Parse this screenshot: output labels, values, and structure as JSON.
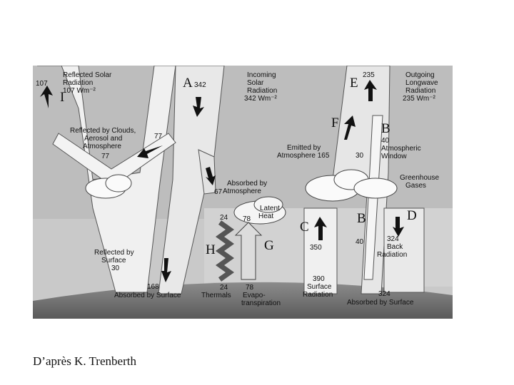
{
  "labels": {
    "reflected_solar": [
      "Reflected Solar",
      "Radiation",
      "107 Wm⁻²"
    ],
    "reflected_solar_value": "107",
    "incoming_solar": [
      "Incoming",
      "Solar",
      "Radiation",
      "342 Wm⁻²"
    ],
    "incoming_value": "342",
    "outgoing_lw": [
      "Outgoing",
      "Longwave",
      "Radiation",
      "235 Wm⁻²"
    ],
    "outgoing_value": "235",
    "reflected_clouds": [
      "Reflected by Clouds,",
      "Aerosol and",
      "Atmosphere"
    ],
    "reflected_clouds_value": "77",
    "reflected_clouds_value_b": "77",
    "absorbed_atm": [
      "Absorbed by",
      "Atmosphere"
    ],
    "absorbed_atm_value": "67",
    "emitted_atm": [
      "Emitted by",
      "Atmosphere 165"
    ],
    "emitted_30": "30",
    "window_40": "40",
    "window_text": [
      "Atmospheric",
      "Window"
    ],
    "greenhouse": [
      "Greenhouse",
      "Gases"
    ],
    "latent_heat": [
      "Latent",
      "Heat"
    ],
    "latent_value": "78",
    "latent_bottom": "78",
    "thermals_value": "24",
    "thermals_bottom": "24",
    "thermals_text": "Thermals",
    "evapo_text": [
      "Evapo-",
      "transpiration"
    ],
    "reflected_surface": [
      "Reflected by",
      "Surface",
      "30"
    ],
    "absorbed_surface_left": "168",
    "absorbed_surface_left_text": "Absorbed by Surface",
    "surface_rad_350": "350",
    "surface_rad": [
      "390",
      "Surface",
      "Radiation"
    ],
    "back_rad_40": "40",
    "back_rad": [
      "324",
      "Back",
      "Radiation"
    ],
    "absorbed_surface_right": "324",
    "absorbed_surface_right_text": "Absorbed by Surface"
  },
  "letters": {
    "A": "A",
    "I": "I",
    "E": "E",
    "F": "F",
    "B_top": "B",
    "B_mid": "B",
    "C": "C",
    "D": "D",
    "G": "G",
    "H": "H"
  },
  "credit": "D’après K. Trenberth"
}
